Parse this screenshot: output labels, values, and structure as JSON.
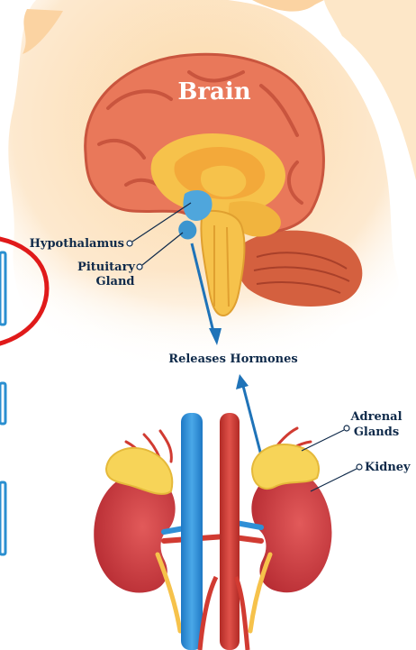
{
  "labels": {
    "brain": "Brain",
    "hypothalamus": "Hypothalamus",
    "pituitary_line1": "Pituitary",
    "pituitary_line2": "Gland",
    "releases": "Releases Hormones",
    "adrenal_line1": "Adrenal",
    "adrenal_line2": "Glands",
    "kidney": "Kidney"
  },
  "colors": {
    "head_bg": "#fde3bf",
    "brain": "#e9785a",
    "brain_dark": "#c9553e",
    "inner_brain": "#f6c24b",
    "hypothalamus": "#4fa6dc",
    "kidney": "#c8373b",
    "adrenal": "#f7d458",
    "vein": "#2f8fd6",
    "artery": "#d13b32",
    "arrow": "#1f73b8",
    "annotation_circle": "#e01a1a"
  }
}
